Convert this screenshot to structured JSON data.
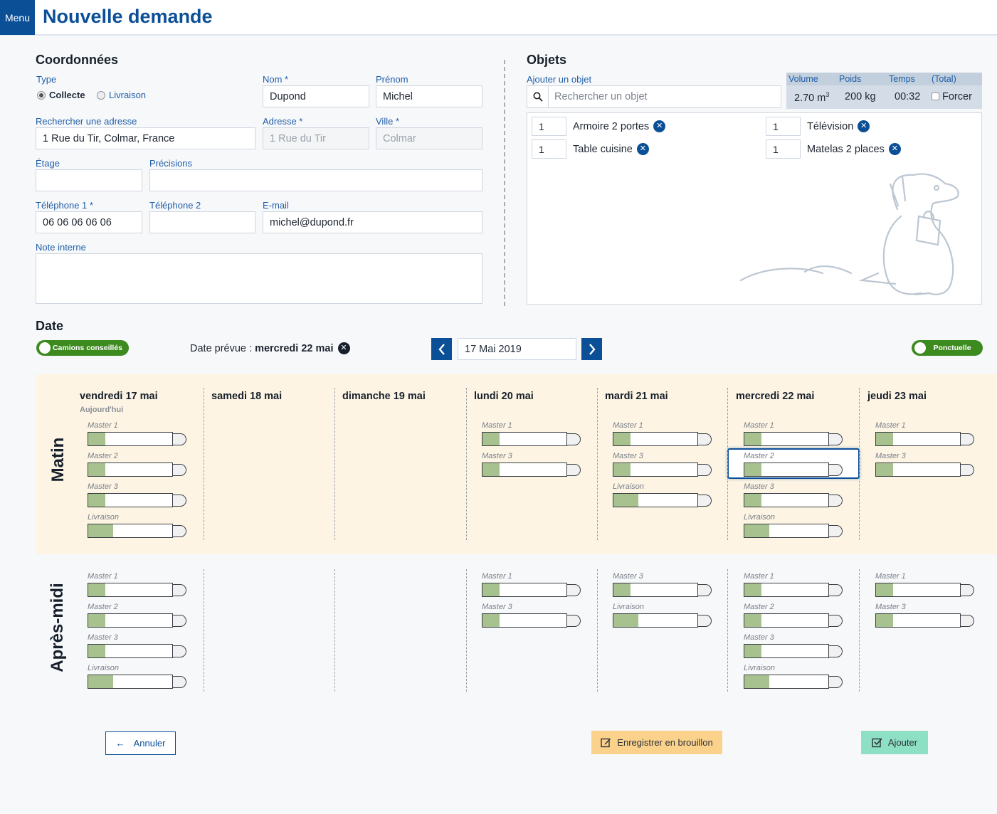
{
  "header": {
    "menu_label": "Menu",
    "title": "Nouvelle demande"
  },
  "coordonnees": {
    "title": "Coordonnées",
    "type_label": "Type",
    "type_options": [
      "Collecte",
      "Livraison"
    ],
    "type_selected": "Collecte",
    "nom_label": "Nom *",
    "nom_value": "Dupond",
    "prenom_label": "Prénom",
    "prenom_value": "Michel",
    "recherche_label": "Rechercher une adresse",
    "recherche_value": "1 Rue du Tir, Colmar, France",
    "adresse_label": "Adresse *",
    "adresse_placeholder": "1 Rue du Tir",
    "ville_label": "Ville *",
    "ville_placeholder": "Colmar",
    "etage_label": "Étage",
    "etage_value": "",
    "precisions_label": "Précisions",
    "precisions_value": "",
    "tel1_label": "Téléphone 1 *",
    "tel1_value": "06 06 06 06 06",
    "tel2_label": "Téléphone 2",
    "tel2_value": "",
    "email_label": "E-mail",
    "email_value": "michel@dupond.fr",
    "note_label": "Note interne",
    "note_value": ""
  },
  "objets": {
    "title": "Objets",
    "ajouter_label": "Ajouter un objet",
    "search_placeholder": "Rechercher un objet",
    "totals": {
      "volume_label": "Volume",
      "poids_label": "Poids",
      "temps_label": "Temps",
      "total_label": "(Total)",
      "volume_value": "2.70 m",
      "volume_unit_sup": "3",
      "poids_value": "200 kg",
      "temps_value": "00:32",
      "forcer_label": "Forcer"
    },
    "items": [
      {
        "qty": "1",
        "name": "Armoire 2 portes"
      },
      {
        "qty": "1",
        "name": "Télévision"
      },
      {
        "qty": "1",
        "name": "Table cuisine"
      },
      {
        "qty": "1",
        "name": "Matelas 2 places"
      }
    ]
  },
  "date": {
    "title": "Date",
    "camions_toggle": "Camions conseillés",
    "date_prevue_label": "Date prévue : ",
    "date_prevue_value": "mercredi 22 mai",
    "date_input": "17 Mai 2019",
    "ponctuelle_toggle": "Ponctuelle"
  },
  "planning": {
    "matin_label": "Matin",
    "apres_midi_label": "Après-midi",
    "today_label": "Aujourd'hui",
    "days": [
      "vendredi 17 mai",
      "samedi 18 mai",
      "dimanche 19 mai",
      "lundi 20 mai",
      "mardi 21 mai",
      "mercredi 22 mai",
      "jeudi 23 mai"
    ],
    "matin": [
      [
        {
          "name": "Master 1",
          "fill": 0.2
        },
        {
          "name": "Master 2",
          "fill": 0.2
        },
        {
          "name": "Master 3",
          "fill": 0.2
        },
        {
          "name": "Livraison",
          "fill": 0.3
        }
      ],
      [],
      [],
      [
        {
          "name": "Master 1",
          "fill": 0.2
        },
        {
          "name": "Master 3",
          "fill": 0.2
        }
      ],
      [
        {
          "name": "Master 1",
          "fill": 0.2
        },
        {
          "name": "Master 3",
          "fill": 0.2
        },
        {
          "name": "Livraison",
          "fill": 0.3
        }
      ],
      [
        {
          "name": "Master 1",
          "fill": 0.2
        },
        {
          "name": "Master 2",
          "fill": 0.2,
          "selected": true
        },
        {
          "name": "Master 3",
          "fill": 0.2
        },
        {
          "name": "Livraison",
          "fill": 0.3
        }
      ],
      [
        {
          "name": "Master 1",
          "fill": 0.2
        },
        {
          "name": "Master 3",
          "fill": 0.2
        }
      ]
    ],
    "apres_midi": [
      [
        {
          "name": "Master 1",
          "fill": 0.2
        },
        {
          "name": "Master 2",
          "fill": 0.2
        },
        {
          "name": "Master 3",
          "fill": 0.2
        },
        {
          "name": "Livraison",
          "fill": 0.3
        }
      ],
      [],
      [],
      [
        {
          "name": "Master 1",
          "fill": 0.2
        },
        {
          "name": "Master 3",
          "fill": 0.2
        }
      ],
      [
        {
          "name": "Master 3",
          "fill": 0.2
        },
        {
          "name": "Livraison",
          "fill": 0.3
        }
      ],
      [
        {
          "name": "Master 1",
          "fill": 0.2
        },
        {
          "name": "Master 2",
          "fill": 0.2
        },
        {
          "name": "Master 3",
          "fill": 0.2
        },
        {
          "name": "Livraison",
          "fill": 0.3
        }
      ],
      [
        {
          "name": "Master 1",
          "fill": 0.2
        },
        {
          "name": "Master 3",
          "fill": 0.2
        }
      ]
    ]
  },
  "footer": {
    "annuler_label": "Annuler",
    "brouillon_label": "Enregistrer en brouillon",
    "ajouter_label": "Ajouter"
  },
  "colors": {
    "primary": "#0b4f97",
    "matin_band": "#fdf4e4",
    "fill": "#a8c28f",
    "toggle": "#3d8a1f",
    "draft": "#fbd28c",
    "add": "#8ee0c4"
  }
}
